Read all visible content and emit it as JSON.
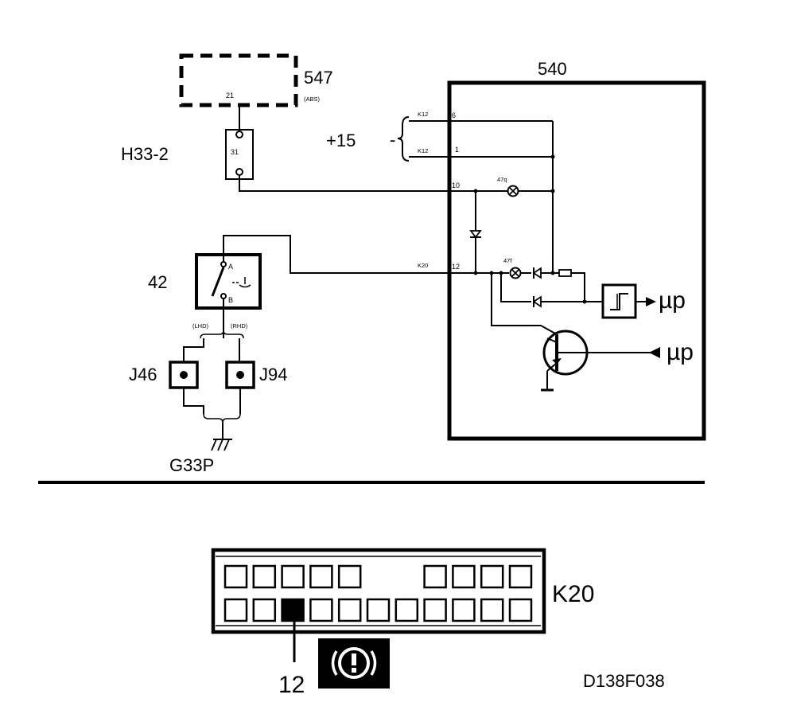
{
  "components": {
    "abs_unit": {
      "id": "547",
      "sub": "(ABS)",
      "pin": "21"
    },
    "connector_h33": {
      "id": "H33-2",
      "pin": "31"
    },
    "switch": {
      "id": "42",
      "term_a": "A",
      "term_b": "B"
    },
    "lhd_label": "(LHD)",
    "rhd_label": "(RHD)",
    "jumper_left": "J46",
    "jumper_right": "J94",
    "ground": "G33P",
    "control_unit": {
      "id": "540",
      "pin_6": "6",
      "pin_1": "1",
      "pin_10": "10",
      "pin_12": "12"
    },
    "supply": {
      "label": "+15",
      "dash": "-"
    },
    "k12_top": "K12",
    "k12_bottom": "K12",
    "k20_wire": "K20",
    "lamp_q": "47q",
    "lamp_f": "47f",
    "mu_out": "µp",
    "mu_in": "µp"
  },
  "connector_view": {
    "name": "K20",
    "highlighted_pin": "12",
    "top_row_cavities": [
      1,
      1,
      1,
      1,
      1,
      0,
      0,
      1,
      1,
      1,
      1
    ],
    "bottom_row_cavities": 11,
    "highlighted_index": 2,
    "icon": "brake-warning-icon"
  },
  "figure_code": "D138F038"
}
